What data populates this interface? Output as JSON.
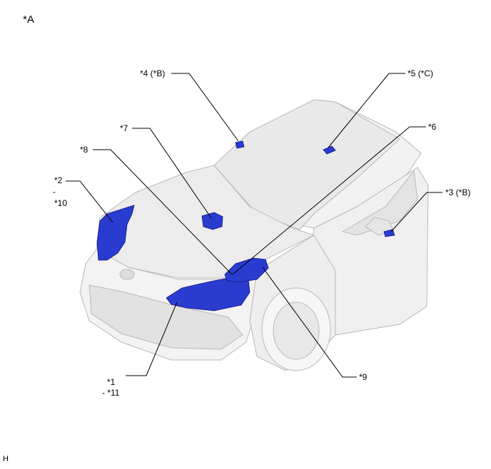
{
  "figure_id": "*A",
  "corner_code": "H",
  "callouts": {
    "c1": "*1",
    "c1b": "- *11",
    "c2": "*2",
    "c2dash": "-",
    "c2b": "*10",
    "c3": "*3 (*B)",
    "c4": "*4 (*B)",
    "c5": "*5 (*C)",
    "c6": "*6",
    "c7": "*7",
    "c8": "*8",
    "c9": "*9"
  },
  "colors": {
    "part_highlight": "#2a3ccf",
    "part_dark": "#0d1580",
    "car_body": "#efefef",
    "car_outline": "#b8b8b8",
    "leader": "#000000"
  }
}
